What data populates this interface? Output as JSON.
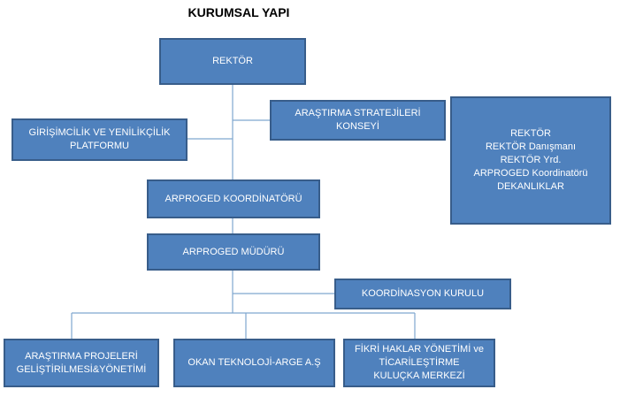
{
  "title": "KURUMSAL YAPI",
  "nodes": {
    "rektor": [
      "REKTÖR"
    ],
    "arastirma_stratejileri": [
      "ARAŞTIRMA STRATEJİLERİ",
      "KONSEYİ"
    ],
    "girisimcilik": [
      "GİRİŞİMCİLİK VE YENİLİKÇİLİK",
      "PLATFORMU"
    ],
    "koordinator": [
      "ARPROGED KOORDİNATÖRÜ"
    ],
    "mudur": [
      "ARPROGED MÜDÜRÜ"
    ],
    "koordinasyon": [
      "KOORDİNASYON KURULU"
    ],
    "proje": [
      "ARAŞTIRMA PROJELERİ",
      "GELİŞTİRİLMESİ&YÖNETİMİ"
    ],
    "okan": [
      "OKAN TEKNOLOJİ-ARGE A.Ş"
    ],
    "fikri": [
      "FİKRİ HAKLAR YÖNETİMİ ve",
      "TİCARİLEŞTİRME",
      "KULUÇKA MERKEZİ"
    ],
    "legend": [
      "REKTÖR",
      "REKTÖR Danışmanı",
      "REKTÖR Yrd.",
      "ARPROGED Koordinatörü",
      "DEKANLIKLAR"
    ]
  },
  "colors": {
    "box_fill": "#4f81bd",
    "box_border": "#385d8a",
    "connector": "#7fa7cf",
    "text": "#ffffff"
  }
}
